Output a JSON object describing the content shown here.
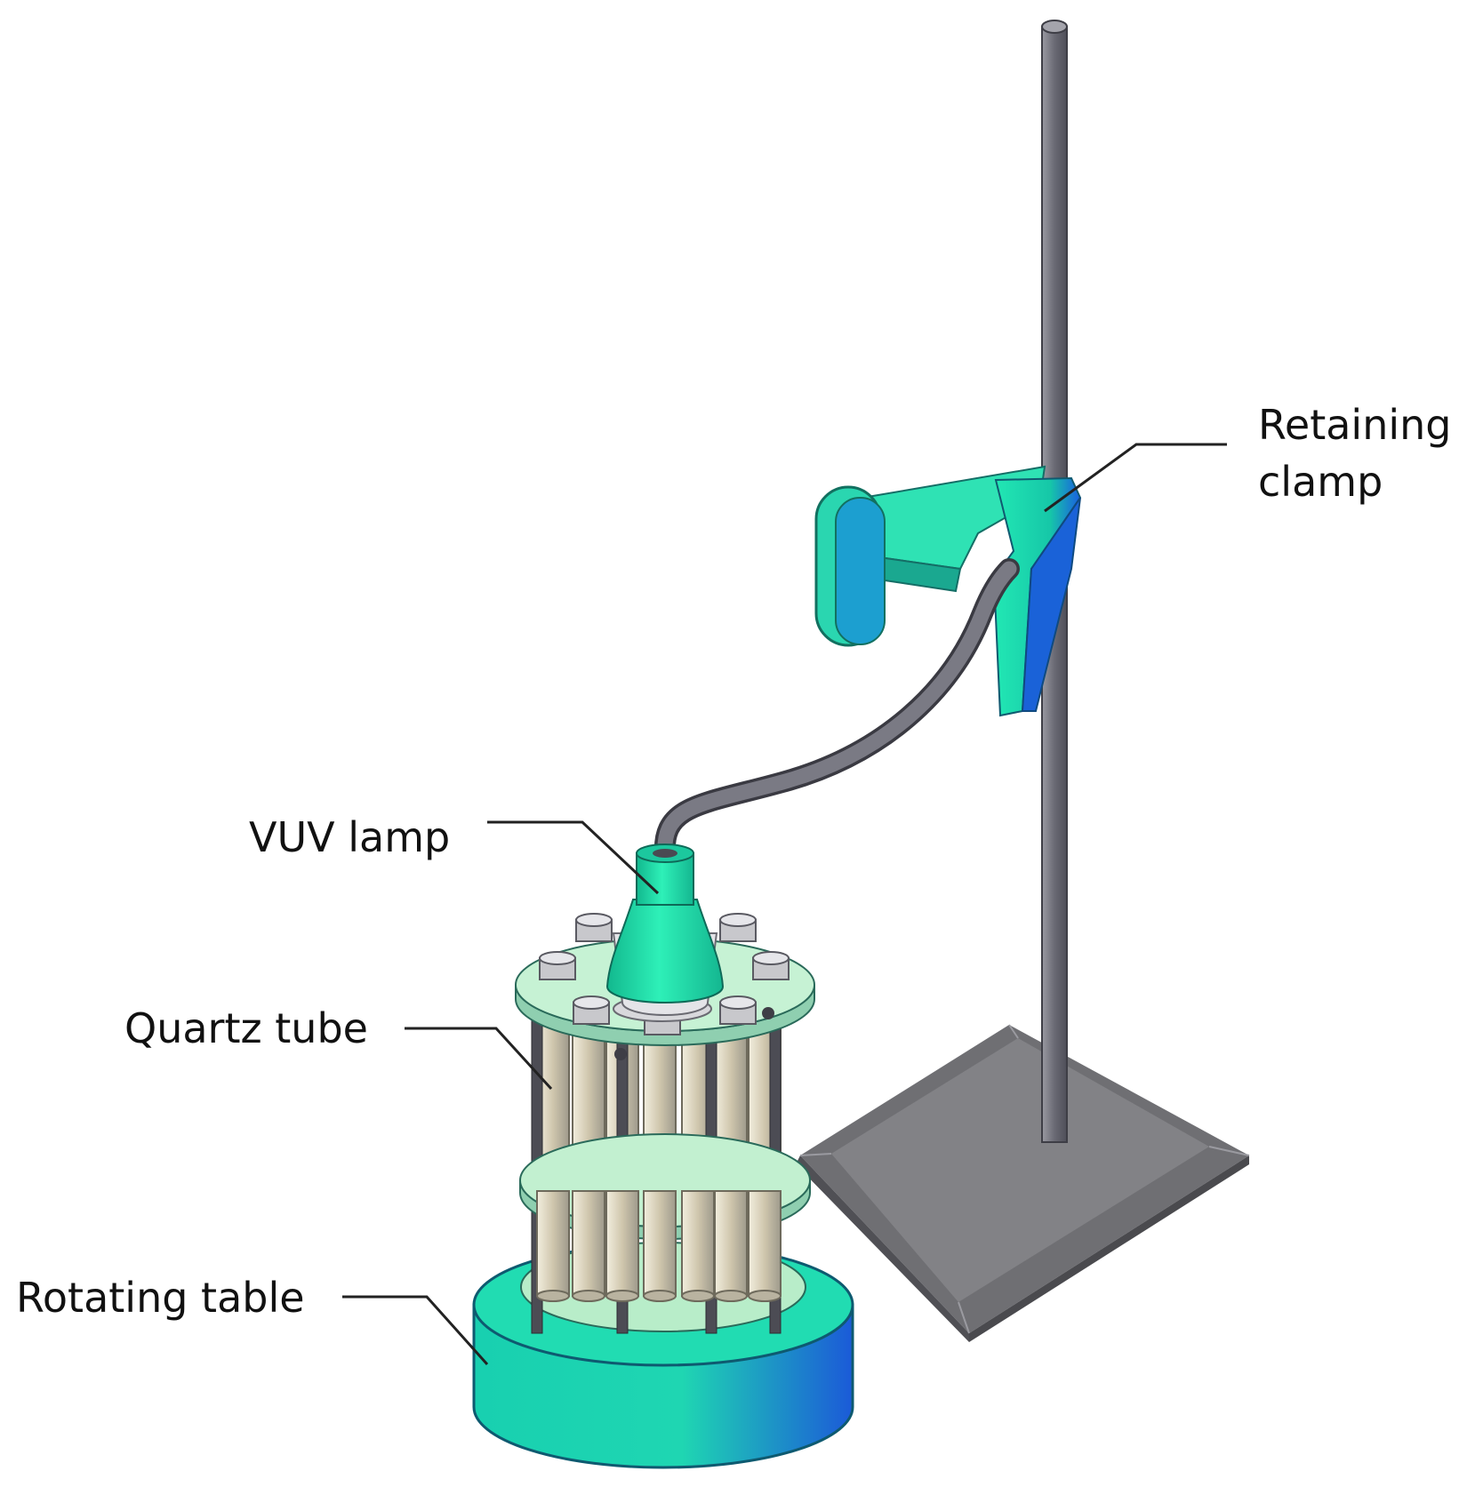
{
  "labels": {
    "retaining_clamp_line1": "Retaining",
    "retaining_clamp_line2": "clamp",
    "vuv_lamp": "VUV lamp",
    "quartz_tube": "Quartz tube",
    "rotating_table": "Rotating table"
  },
  "colors": {
    "background": "#ffffff",
    "apparatus_green": "#19e0a8",
    "apparatus_blue": "#1a6de0",
    "disc_green": "#bfeecf",
    "tube_beige": "#d8d0b8",
    "metal_gray": "#6e6e78",
    "base_gray": "#7c7c80",
    "leader_line": "#222222"
  },
  "parts": [
    "stand-rod",
    "stand-base",
    "retaining-clamp",
    "lamp-cable",
    "vuv-lamp",
    "quartz-tubes",
    "disc-plates",
    "rotating-table"
  ]
}
